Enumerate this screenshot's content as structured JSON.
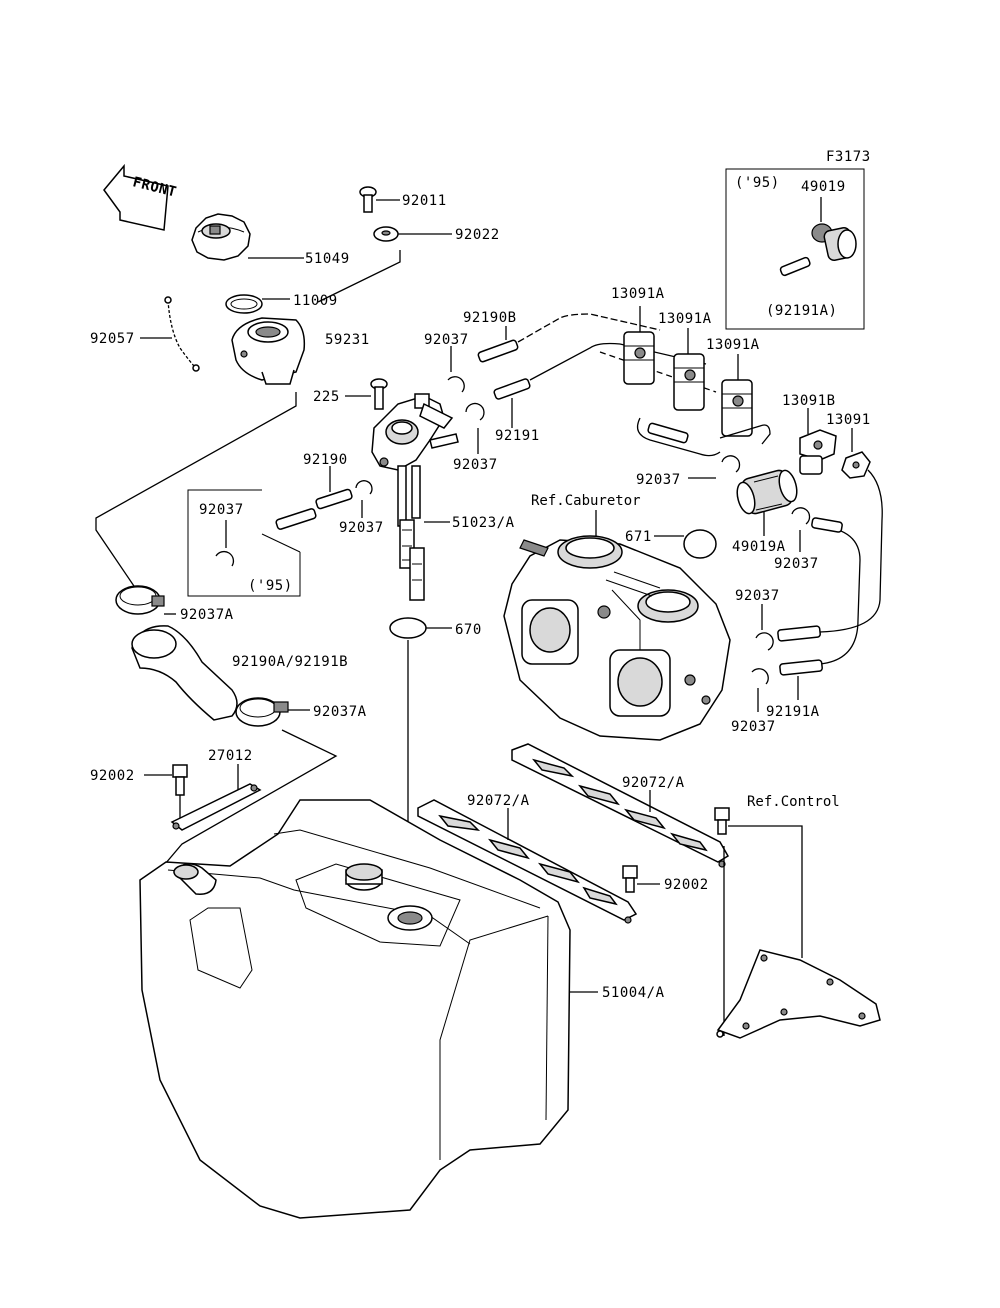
{
  "figure_code": "F3173",
  "front_marker": "FRONT",
  "inset_95_top": {
    "year": "('95)",
    "part": "49019",
    "note": "(92191A)"
  },
  "inset_95_left": {
    "part": "92037",
    "year": "('95)"
  },
  "references": {
    "carburetor": "Ref.Caburetor",
    "control": "Ref.Control"
  },
  "parts": {
    "p92011": "92011",
    "p92022": "92022",
    "p51049": "51049",
    "p11009": "11009",
    "p92057": "92057",
    "p59231": "59231",
    "p92190B": "92190B",
    "p92037_a": "92037",
    "p225": "225",
    "p92037_b": "92037",
    "p92191": "92191",
    "p92190": "92190",
    "p92037_c": "92037",
    "p51023A": "51023/A",
    "p13091A_1": "13091A",
    "p13091A_2": "13091A",
    "p13091A_3": "13091A",
    "p13091B": "13091B",
    "p13091": "13091",
    "p92037_d": "92037",
    "p671": "671",
    "p49019A": "49019A",
    "p92037_e": "92037",
    "p92037A_1": "92037A",
    "p670": "670",
    "p92190A92191B": "92190A/92191B",
    "p92037A_2": "92037A",
    "p92037_f": "92037",
    "p92037_g": "92037",
    "p92191A": "92191A",
    "p92002_a": "92002",
    "p27012": "27012",
    "p92072A_1": "92072/A",
    "p92072A_2": "92072/A",
    "p92002_b": "92002",
    "p51004A": "51004/A"
  }
}
